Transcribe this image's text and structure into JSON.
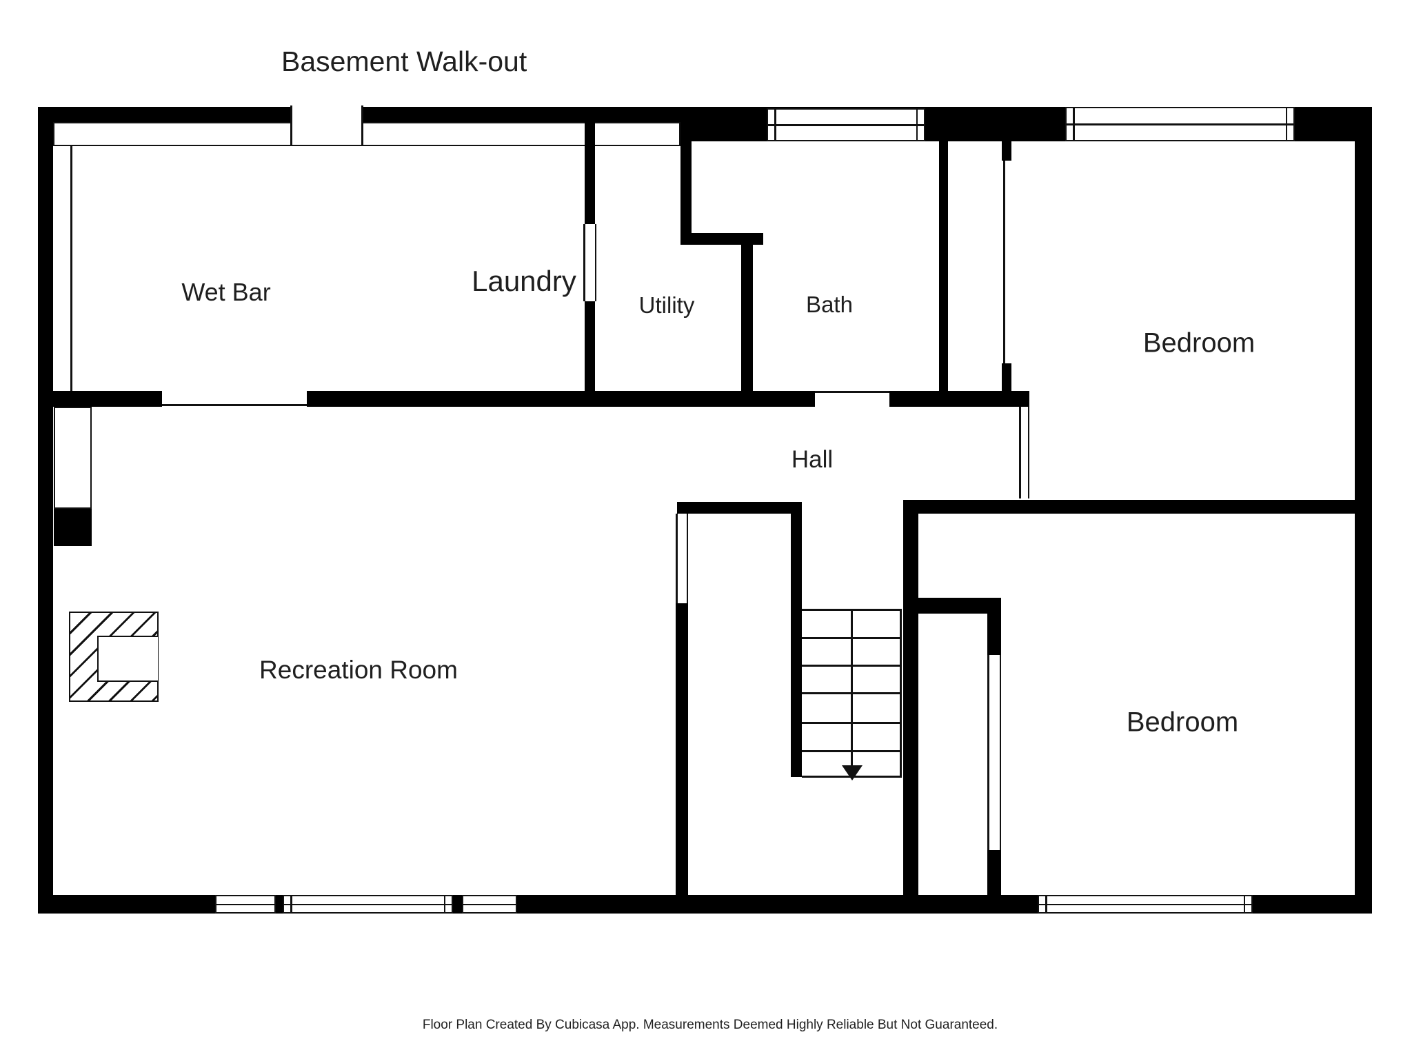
{
  "title": "Basement Walk-out",
  "rooms": [
    {
      "label": "Wet Bar"
    },
    {
      "label": "Laundry"
    },
    {
      "label": "Utility"
    },
    {
      "label": "Bath"
    },
    {
      "label": "Bedroom"
    },
    {
      "label": "Hall"
    },
    {
      "label": "Recreation Room"
    },
    {
      "label": "Bedroom"
    }
  ],
  "symbols": {
    "stairs": "stairs-down-arrow",
    "fireplace": "hatched-fireplace-square"
  },
  "footer": "Floor Plan Created By Cubicasa App. Measurements Deemed Highly Reliable But Not Guaranteed.",
  "colors": {
    "wall": "#000000",
    "line": "#111111",
    "text": "#1f1f1f",
    "background": "#ffffff"
  }
}
